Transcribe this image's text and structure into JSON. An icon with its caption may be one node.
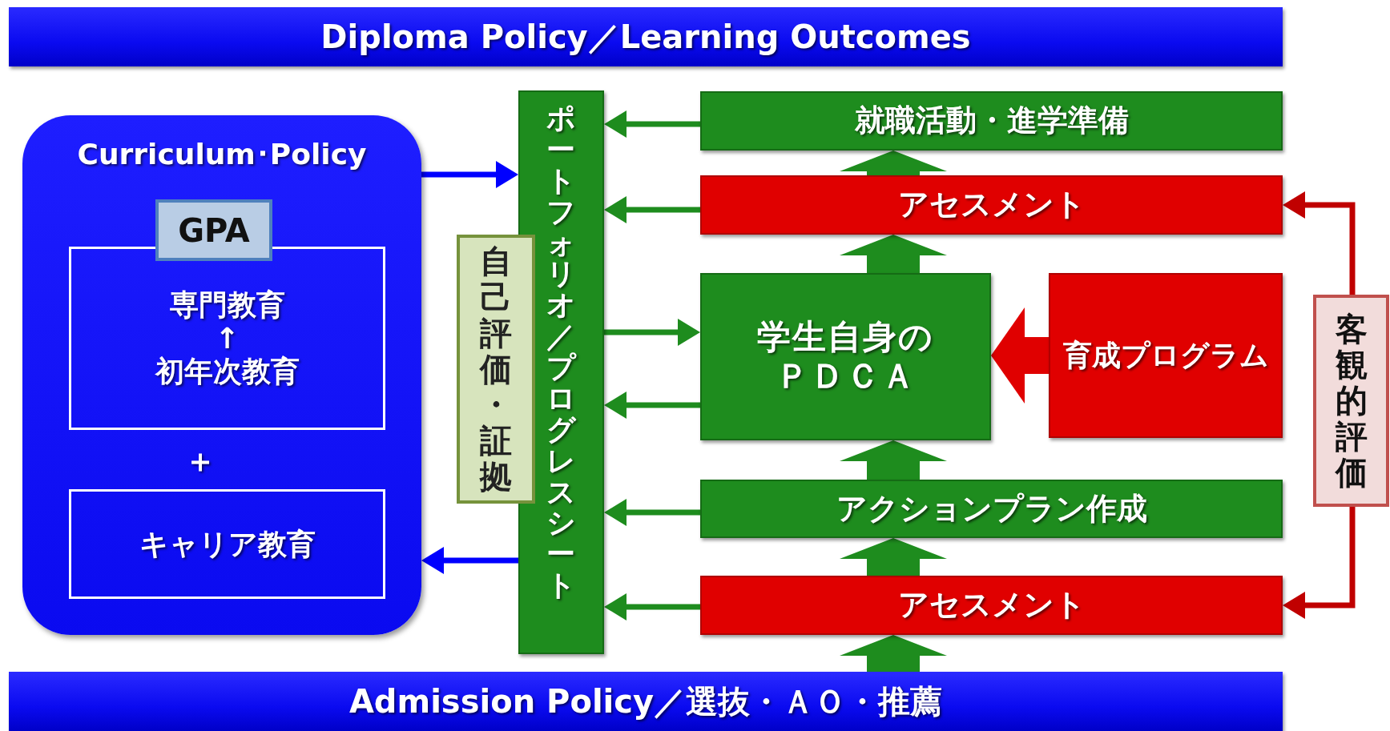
{
  "diagram": {
    "nodes": [
      {
        "text": [
          "Diploma Policy／Learning Outcomes"
        ]
      },
      {
        "text": [
          "Curriculum･Policy"
        ]
      },
      {
        "text": [
          "GPA"
        ],
        "in": 1
      },
      {
        "text": [
          "専門教育",
          "↑",
          "初年次教育"
        ],
        "in": 1
      },
      {
        "text": [
          "キャリア教育"
        ],
        "in": 1
      },
      {
        "text": [
          "ポートフォリオ／プログレスシート"
        ]
      },
      {
        "text": [
          "自己評価・証拠"
        ]
      },
      {
        "text": [
          "就職活動・進学準備"
        ]
      },
      {
        "text": [
          "アセスメント"
        ]
      },
      {
        "text": [
          "学生自身のＰＤＣＡ"
        ]
      },
      {
        "text": [
          "育成プログラム"
        ]
      },
      {
        "text": [
          "アクションプラン作成"
        ]
      },
      {
        "text": [
          "アセスメント"
        ]
      },
      {
        "text": [
          "Admission Policy／選抜・ＡＯ・推薦"
        ]
      },
      {
        "text": [
          "客観的評価"
        ]
      }
    ],
    "edges": [
      {
        "from": 1,
        "to": 5,
        "arrow": "to",
        "color": "#0000ff"
      },
      {
        "from": 5,
        "to": 1,
        "arrow": "to",
        "color": "#0000ff"
      },
      {
        "from": 7,
        "to": 5,
        "arrow": "to"
      },
      {
        "from": 8,
        "to": 5,
        "arrow": "to"
      },
      {
        "from": 5,
        "to": 9,
        "arrow": "to"
      },
      {
        "from": 9,
        "to": 5,
        "arrow": "to"
      },
      {
        "from": 11,
        "to": 5,
        "arrow": "to"
      },
      {
        "from": 12,
        "to": 5,
        "arrow": "to"
      },
      {
        "from": 13,
        "to": 12,
        "arrow": "to",
        "style": "thick"
      },
      {
        "from": 12,
        "to": 11,
        "arrow": "to",
        "style": "thick"
      },
      {
        "from": 11,
        "to": 9,
        "arrow": "to",
        "style": "thick"
      },
      {
        "from": 9,
        "to": 8,
        "arrow": "to",
        "style": "thick"
      },
      {
        "from": 8,
        "to": 7,
        "arrow": "to",
        "style": "thick"
      },
      {
        "from": 10,
        "to": 9,
        "arrow": "to",
        "style": "thick",
        "color": "#e00000"
      },
      {
        "from": 14,
        "to": 8,
        "arrow": "to",
        "color": "#c00000"
      },
      {
        "from": 14,
        "to": 12,
        "arrow": "to",
        "color": "#c00000"
      }
    ],
    "labels": [
      "＋"
    ]
  }
}
